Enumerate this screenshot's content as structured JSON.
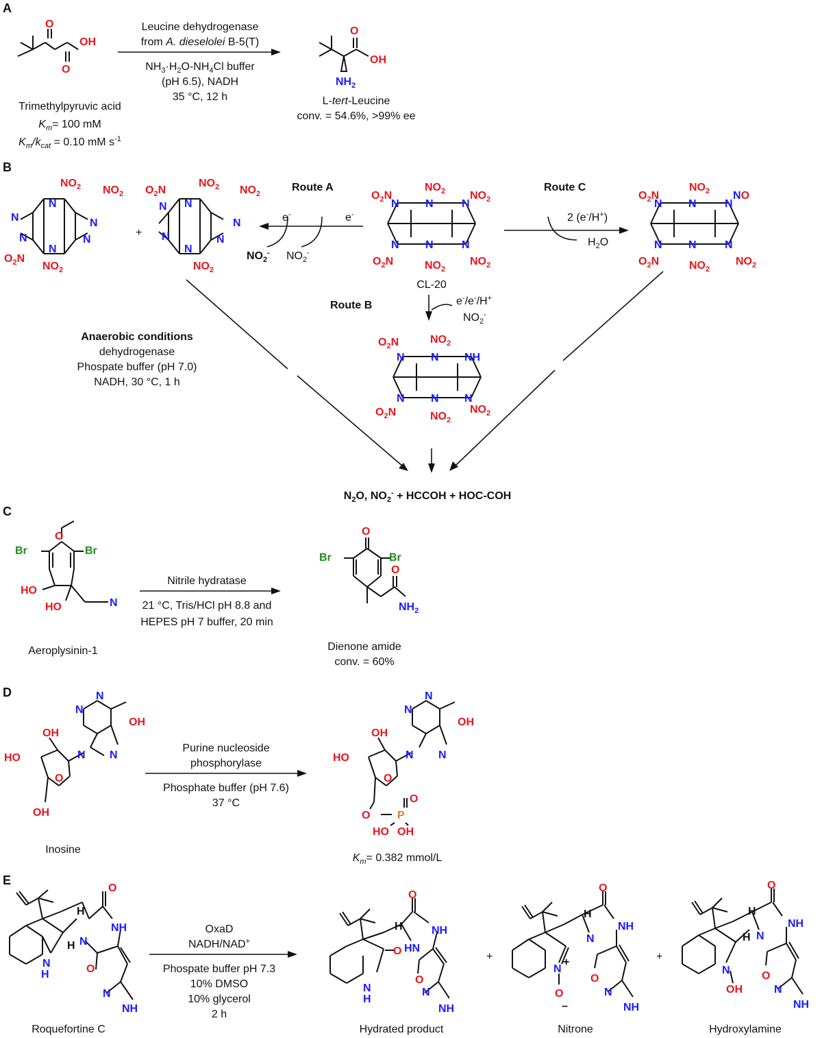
{
  "panels": {
    "A": {
      "label": "A",
      "reagent_line1": "Leucine dehydrogenase",
      "reagent_line2_pre": "from ",
      "reagent_line2_italic": "A. dieselolei",
      "reagent_line2_post": " B-5(T)",
      "cond_line1": "NH3·H2O-NH4Cl buffer",
      "cond_line2": "(pH 6.5), NADH",
      "cond_line3": "35 °C, 12 h",
      "substrate_name": "Trimethylpyruvic acid",
      "km_line": "Km= 100 mM",
      "kmkcat_line": "Km/kcat = 0.10 mM s-1",
      "product_name_pre": "L-",
      "product_name_italic": "tert",
      "product_name_post": "-Leucine",
      "product_result": "conv. = 54.6%, >99% ee"
    },
    "B": {
      "label": "B",
      "route_a": "Route A",
      "route_b": "Route B",
      "route_c": "Route C",
      "cl20": "CL-20",
      "cond_title": "Anaerobic conditions",
      "cond_line1": "dehydrogenase",
      "cond_line2": "Phospate buffer (pH 7.0)",
      "cond_line3": "NADH, 30 °C, 1 h",
      "final_products": "N2O, NO2- + HCCOH + HOC-COH",
      "route_c_reagent": "2 (e-/H+)",
      "route_c_byproduct": "H2O",
      "route_b_reagent1": "e-/e-/H+",
      "route_b_reagent2": "NO2-",
      "route_a_e": "e-",
      "plus": "+"
    },
    "C": {
      "label": "C",
      "reagent": "Nitrile hydratase",
      "cond_line1": "21 °C, Tris/HCl pH 8.8 and",
      "cond_line2": "HEPES pH 7 buffer, 20 min",
      "substrate_name": "Aeroplysinin-1",
      "product_name": "Dienone amide",
      "product_result": "conv. = 60%"
    },
    "D": {
      "label": "D",
      "reagent_line1": "Purine nucleoside",
      "reagent_line2": "phosphorylase",
      "cond_line1": "Phosphate buffer (pH 7.6)",
      "cond_line2": "37 °C",
      "substrate_name": "Inosine",
      "km_line": "Km= 0.382 mmol/L"
    },
    "E": {
      "label": "E",
      "reagent_line1": "OxaD",
      "reagent_line2": "NADH/NAD+",
      "cond_line1": "Phospate buffer pH 7.3",
      "cond_line2": "10% DMSO",
      "cond_line3": "10% glycerol",
      "cond_line4": "2 h",
      "substrate_name": "Roquefortine C",
      "product1": "Hydrated product",
      "product2": "Nitrone",
      "product3": "Hydroxylamine",
      "plus": "+"
    }
  }
}
